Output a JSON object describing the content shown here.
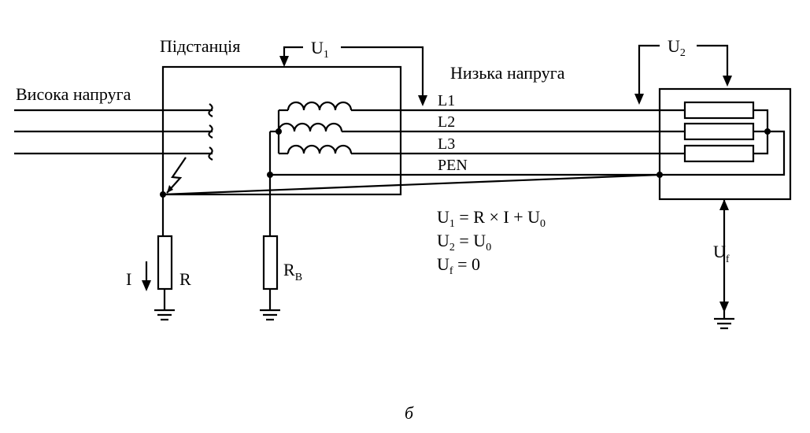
{
  "labels": {
    "substation": "Підстанція",
    "high_voltage": "Висока напруга",
    "low_voltage": "Низька напруга",
    "line_L1": "L1",
    "line_L2": "L2",
    "line_L3": "L3",
    "line_PEN": "PEN",
    "current": "I",
    "resistance_R": "R",
    "resistance_RB_main": "R",
    "resistance_RB_sub": "B",
    "caption": "б"
  },
  "voltages": {
    "U1": {
      "main": "U",
      "sub": "1"
    },
    "U2": {
      "main": "U",
      "sub": "2"
    },
    "Uf": {
      "main": "U",
      "sub": "f"
    }
  },
  "equations": [
    {
      "lhs_main": "U",
      "lhs_sub": "1",
      "rhs": " = R × I + U",
      "rhs_sub": "0"
    },
    {
      "lhs_main": "U",
      "lhs_sub": "2",
      "rhs": " = U",
      "rhs_sub": "0"
    },
    {
      "lhs_main": "U",
      "lhs_sub": "f",
      "rhs": " = 0",
      "rhs_sub": ""
    }
  ]
}
